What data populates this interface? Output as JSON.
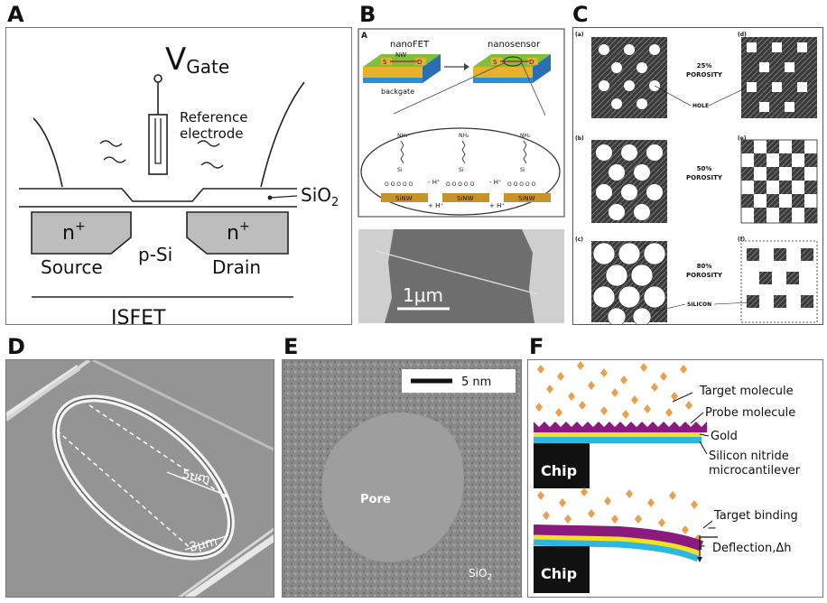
{
  "panels": {
    "a": {
      "label": "A",
      "vgate_main": "V",
      "vgate_sub": "Gate",
      "ref_line1": "Reference",
      "ref_line2": "electrode",
      "sio2_main": "SiO",
      "sio2_sub": "2",
      "n_plus": "n",
      "plus_sup": "+",
      "p_si": "p-Si",
      "source": "Source",
      "drain": "Drain",
      "isfet": "ISFET"
    },
    "b": {
      "label": "B",
      "inset_label": "A",
      "nanofet": "nanoFET",
      "nanosensor": "nanosensor",
      "nw": "NW",
      "s": "S",
      "d": "D",
      "backgate": "backgate",
      "sinw": "SiNW",
      "minus_h": "- H⁺",
      "plus_h": "+ H⁺",
      "scale": "1μm"
    },
    "c": {
      "label": "C",
      "sub_a": "(a)",
      "sub_b": "(b)",
      "sub_c": "(c)",
      "sub_d": "(d)",
      "sub_e": "(e)",
      "sub_f": "(f)",
      "por25": "25%",
      "por50": "50%",
      "por80": "80%",
      "porosity": "POROSITY",
      "hole": "HOLE",
      "silicon": "SILICON"
    },
    "d": {
      "label": "D",
      "dim5": "5μm",
      "dim3": "3μm"
    },
    "e": {
      "label": "E",
      "scale": "5 nm",
      "pore": "Pore",
      "sio2_main": "SiO",
      "sio2_sub": "2"
    },
    "f": {
      "label": "F",
      "target": "Target molecule",
      "probe": "Probe molecule",
      "gold": "Gold",
      "silicon1": "Silicon nitride",
      "silicon2": "microcantilever",
      "chip": "Chip",
      "binding": "Target binding",
      "minus": "−",
      "plus": "+",
      "deflection": "Deflection,Δh"
    }
  },
  "colors": {
    "diamond": "#e8a04a",
    "probe": "#8b1a7e",
    "gold": "#f2e21b",
    "cantilever": "#2fb6e0",
    "chip": "#111111",
    "gray_device": "#bdbdbd"
  }
}
